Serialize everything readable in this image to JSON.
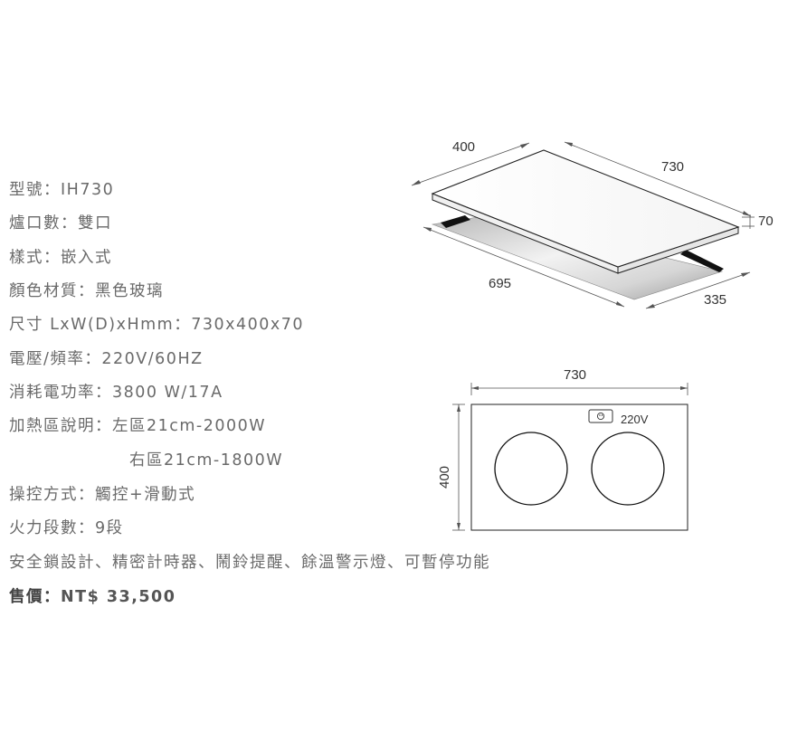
{
  "specs": [
    {
      "label": "型號：",
      "value": "IH730"
    },
    {
      "label": "爐口數：",
      "value": "雙口"
    },
    {
      "label": "樣式：",
      "value": "嵌入式"
    },
    {
      "label": "顏色材質：",
      "value": "黑色玻璃"
    },
    {
      "label": "尺寸 LxW(D)xHmm：",
      "value": "730x400x70"
    },
    {
      "label": "電壓/頻率：",
      "value": "220V/60HZ"
    },
    {
      "label": "消耗電功率：",
      "value": "3800 W/17A"
    },
    {
      "label": "加熱區說明：",
      "value": "左區21cm-2000W"
    },
    {
      "label": "",
      "value": "右區21cm-1800W"
    },
    {
      "label": "操控方式：",
      "value": "觸控+滑動式"
    },
    {
      "label": "火力段數：",
      "value": "9段"
    },
    {
      "label": "",
      "value": "安全鎖設計、精密計時器、鬧鈴提醒、餘溫警示燈、可暫停功能"
    }
  ],
  "price": {
    "label": "售價：",
    "value": "NT$ 33,500"
  },
  "diagram_3d": {
    "depth_label": "400",
    "length_label": "730",
    "height_label": "70",
    "cutout_length_label": "695",
    "cutout_depth_label": "335"
  },
  "diagram_top": {
    "length_label": "730",
    "depth_label": "400",
    "socket_label": "220V",
    "socket_icon": "power-socket-icon"
  }
}
